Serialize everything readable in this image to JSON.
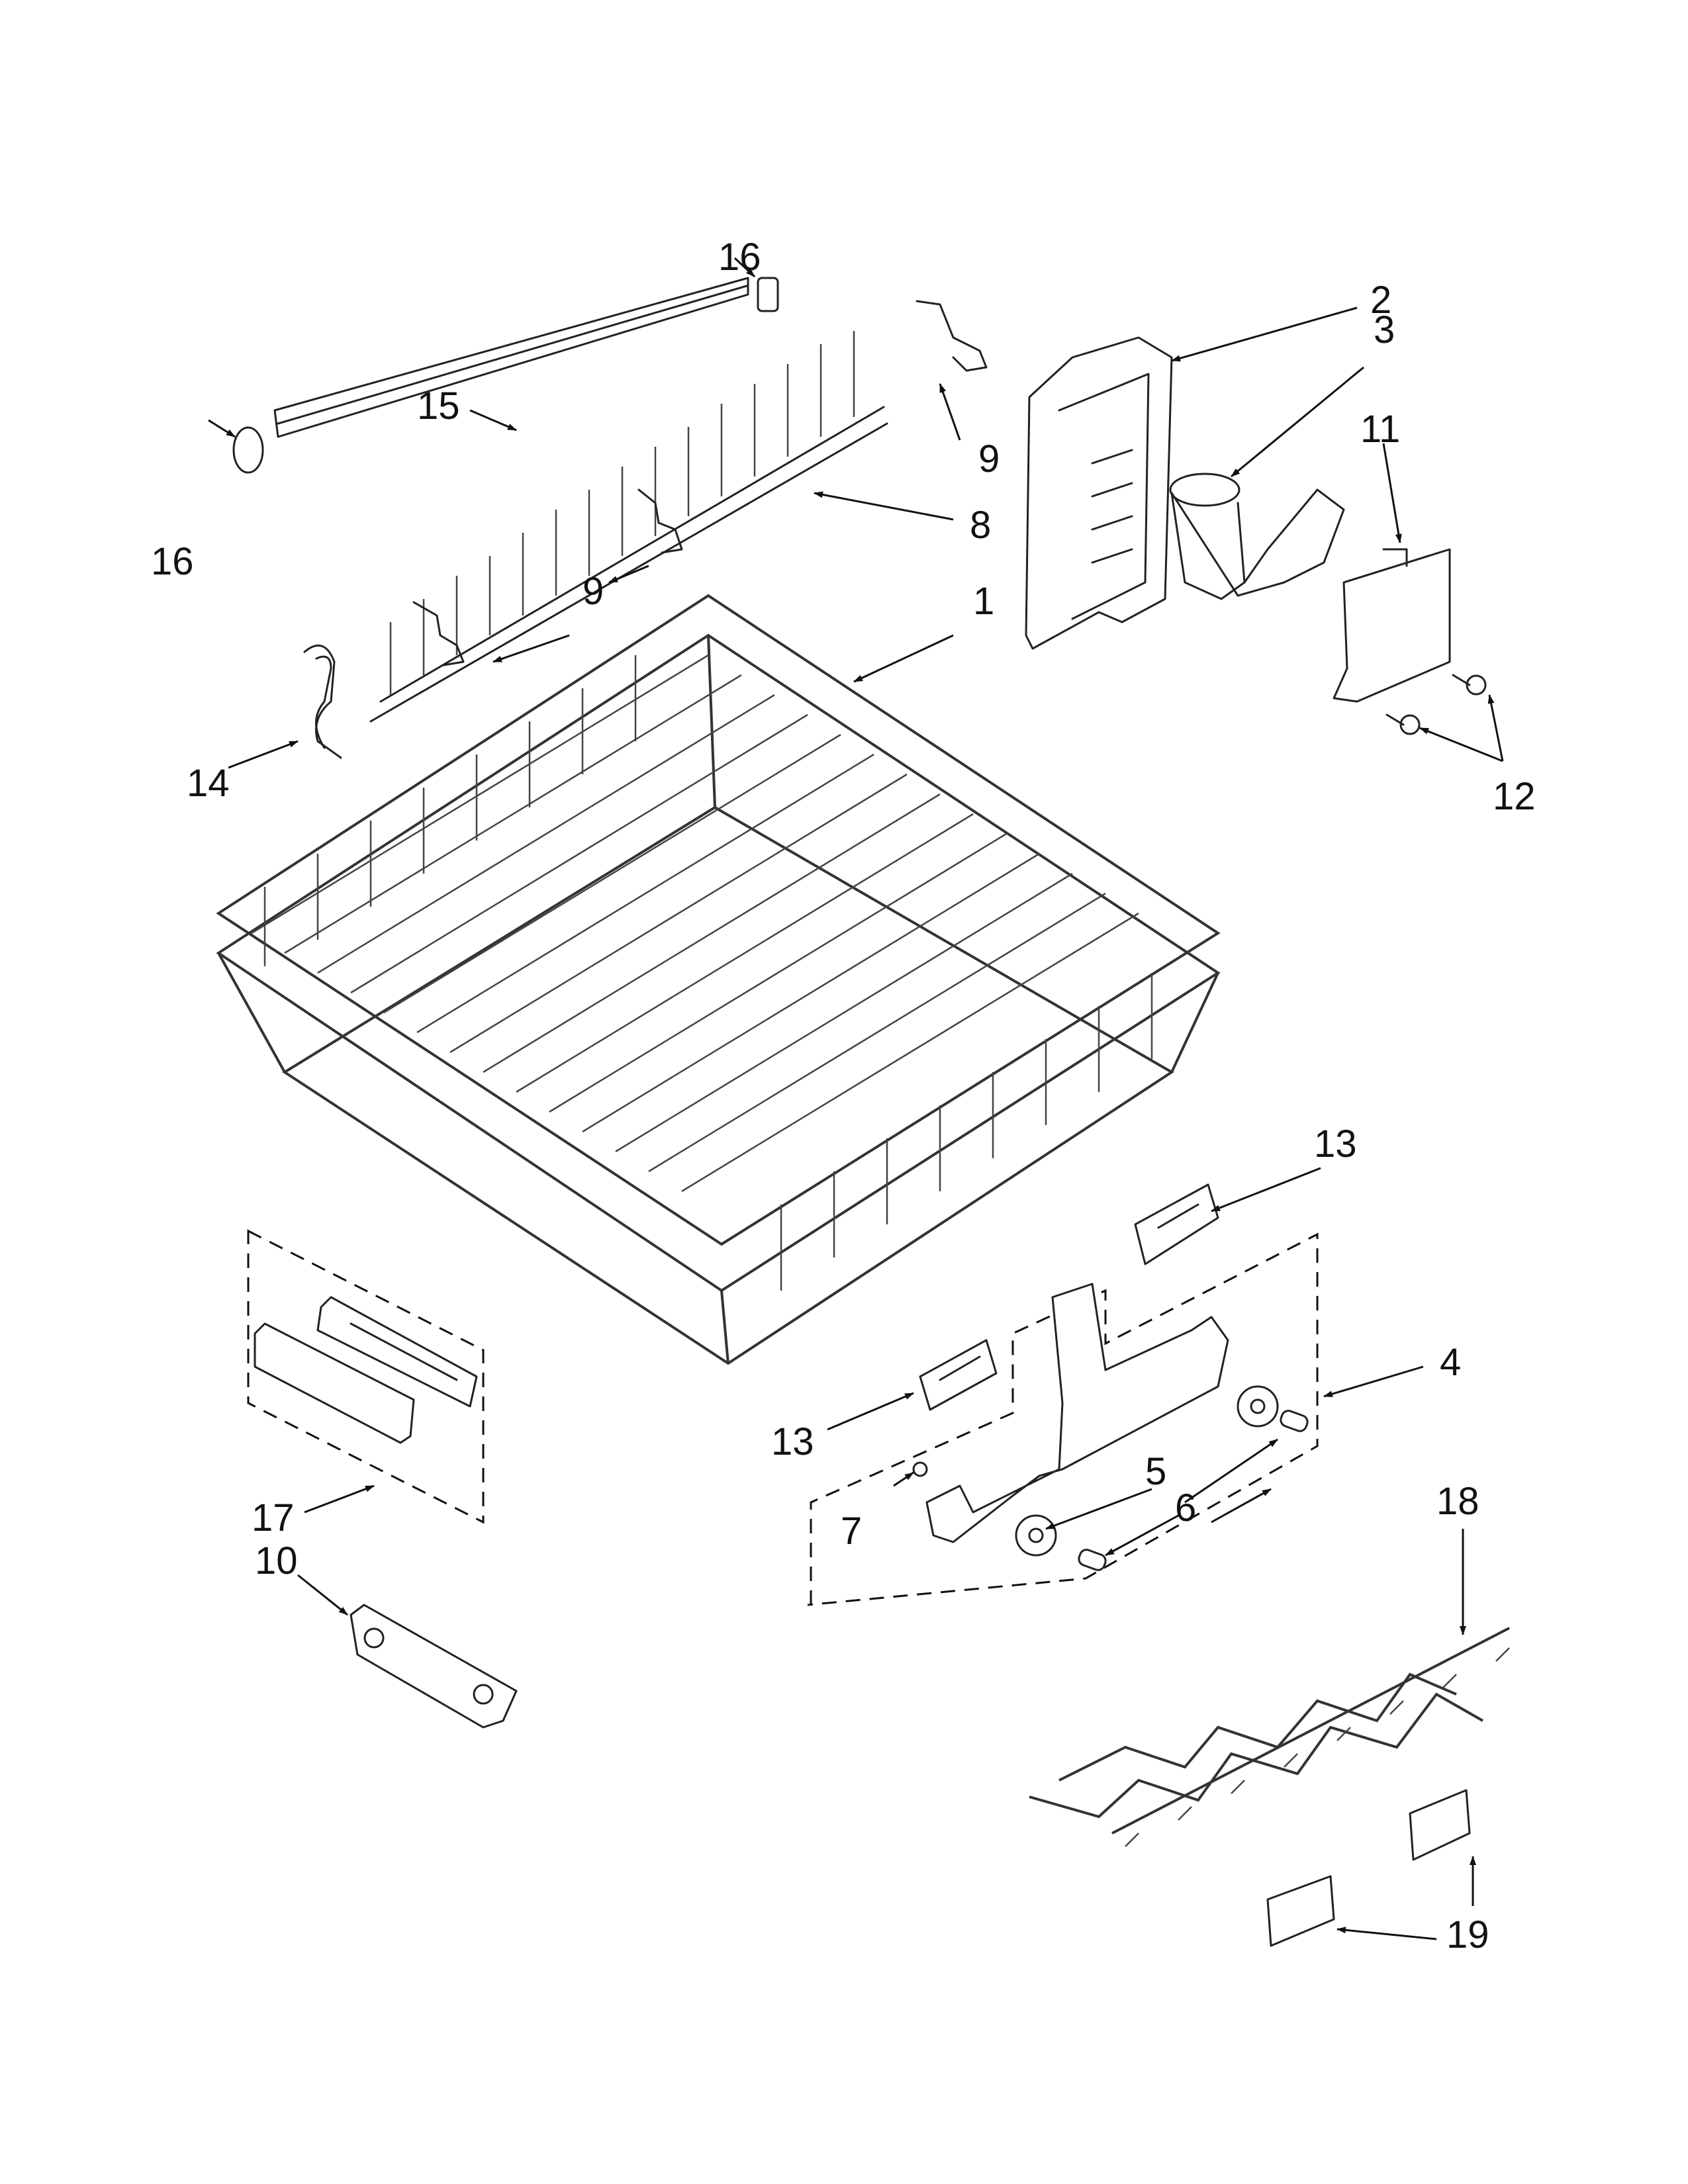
{
  "callouts": [
    {
      "id": "1",
      "label": "1"
    },
    {
      "id": "2",
      "label": "2"
    },
    {
      "id": "3",
      "label": "3"
    },
    {
      "id": "4",
      "label": "4"
    },
    {
      "id": "5",
      "label": "5"
    },
    {
      "id": "6",
      "label": "6"
    },
    {
      "id": "7",
      "label": "7"
    },
    {
      "id": "8",
      "label": "8"
    },
    {
      "id": "9a",
      "label": "9"
    },
    {
      "id": "9b",
      "label": "9"
    },
    {
      "id": "10",
      "label": "10"
    },
    {
      "id": "11",
      "label": "11"
    },
    {
      "id": "12",
      "label": "12"
    },
    {
      "id": "13a",
      "label": "13"
    },
    {
      "id": "13b",
      "label": "13"
    },
    {
      "id": "14",
      "label": "14"
    },
    {
      "id": "15",
      "label": "15"
    },
    {
      "id": "16a",
      "label": "16"
    },
    {
      "id": "16b",
      "label": "16"
    },
    {
      "id": "17",
      "label": "17"
    },
    {
      "id": "18",
      "label": "18"
    },
    {
      "id": "19",
      "label": "19"
    }
  ]
}
